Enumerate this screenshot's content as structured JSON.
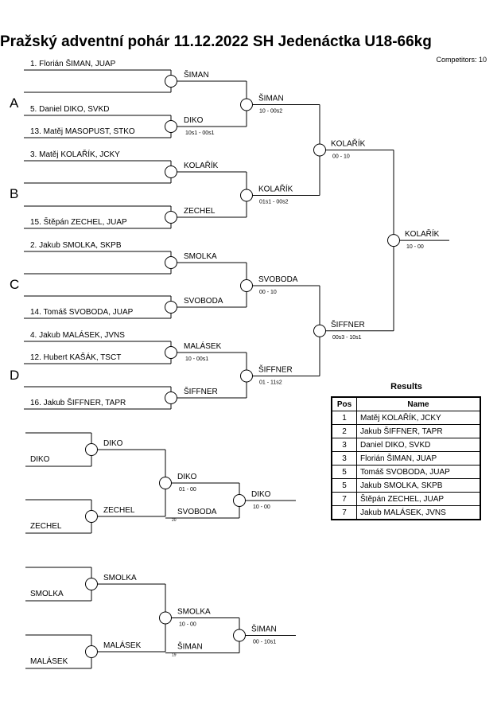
{
  "header": {
    "title": "Pražský adventní pohár  11.12.2022  SH Jedenáctka   U18-66kg",
    "competitors": "Competitors: 10"
  },
  "groups": [
    "A",
    "B",
    "C",
    "D"
  ],
  "main_bracket": {
    "competitors": [
      "1. Florián ŠIMAN, JUAP",
      "5. Daniel DIKO, SVKD",
      "13. Matěj MASOPUST, STKO",
      "3. Matěj KOLAŘÍK, JCKY",
      "15. Štěpán ZECHEL, JUAP",
      "2. Jakub SMOLKA, SKPB",
      "14. Tomáš SVOBODA, JUAP",
      "4. Jakub MALÁSEK, JVNS",
      "12. Hubert KAŠÁK, TSCT",
      "16. Jakub ŠIFFNER, TAPR"
    ],
    "matches": [
      {
        "num": "1",
        "winner": "ŠIMAN",
        "score": ""
      },
      {
        "num": "2",
        "winner": "DIKO",
        "score": "10s1 - 00s1"
      },
      {
        "num": "3",
        "winner": "KOLAŘÍK",
        "score": ""
      },
      {
        "num": "4",
        "winner": "ZECHEL",
        "score": ""
      },
      {
        "num": "5",
        "winner": "SMOLKA",
        "score": ""
      },
      {
        "num": "6",
        "winner": "SVOBODA",
        "score": ""
      },
      {
        "num": "7",
        "winner": "MALÁSEK",
        "score": "10 - 00s1"
      },
      {
        "num": "8",
        "winner": "ŠIFFNER",
        "score": ""
      },
      {
        "num": "9",
        "winner": "ŠIMAN",
        "score": "10 - 00s2"
      },
      {
        "num": "10",
        "winner": "KOLAŘÍK",
        "score": "01s1 - 00s2"
      },
      {
        "num": "11",
        "winner": "SVOBODA",
        "score": "00 - 10"
      },
      {
        "num": "12",
        "winner": "ŠIFFNER",
        "score": "01 - 11s2"
      },
      {
        "num": "19",
        "winner": "KOLAŘÍK",
        "score": "00 - 10"
      },
      {
        "num": "20",
        "winner": "ŠIFFNER",
        "score": "00s3 - 10s1"
      },
      {
        "num": "23",
        "winner": "KOLAŘÍK",
        "score": "10 - 00"
      }
    ]
  },
  "repechage_1": {
    "entrants": [
      "DIKO",
      "ZECHEL"
    ],
    "matches": [
      {
        "num": "13",
        "winner": "DIKO",
        "score": ""
      },
      {
        "num": "14",
        "winner": "ZECHEL",
        "score": ""
      },
      {
        "num": "17",
        "winner": "DIKO",
        "score": "01 - 00"
      },
      {
        "num": "21",
        "winner": "DIKO",
        "score": "10 - 00"
      }
    ],
    "cross_entry": "SVOBODA",
    "cross_note": "20"
  },
  "repechage_2": {
    "entrants": [
      "SMOLKA",
      "MALÁSEK"
    ],
    "matches": [
      {
        "num": "15",
        "winner": "SMOLKA",
        "score": ""
      },
      {
        "num": "16",
        "winner": "MALÁSEK",
        "score": ""
      },
      {
        "num": "18",
        "winner": "SMOLKA",
        "score": "10 - 00"
      },
      {
        "num": "22",
        "winner": "ŠIMAN",
        "score": "00 - 10s1"
      }
    ],
    "cross_entry": "ŠIMAN",
    "cross_note": "19"
  },
  "results": {
    "title": "Results",
    "headers": [
      "Pos",
      "Name"
    ],
    "rows": [
      [
        "1",
        "Matěj KOLAŘÍK, JCKY"
      ],
      [
        "2",
        "Jakub ŠIFFNER, TAPR"
      ],
      [
        "3",
        "Daniel DIKO, SVKD"
      ],
      [
        "3",
        "Florián ŠIMAN, JUAP"
      ],
      [
        "5",
        "Tomáš SVOBODA, JUAP"
      ],
      [
        "5",
        "Jakub SMOLKA, SKPB"
      ],
      [
        "7",
        "Štěpán ZECHEL, JUAP"
      ],
      [
        "7",
        "Jakub MALÁSEK, JVNS"
      ]
    ]
  }
}
